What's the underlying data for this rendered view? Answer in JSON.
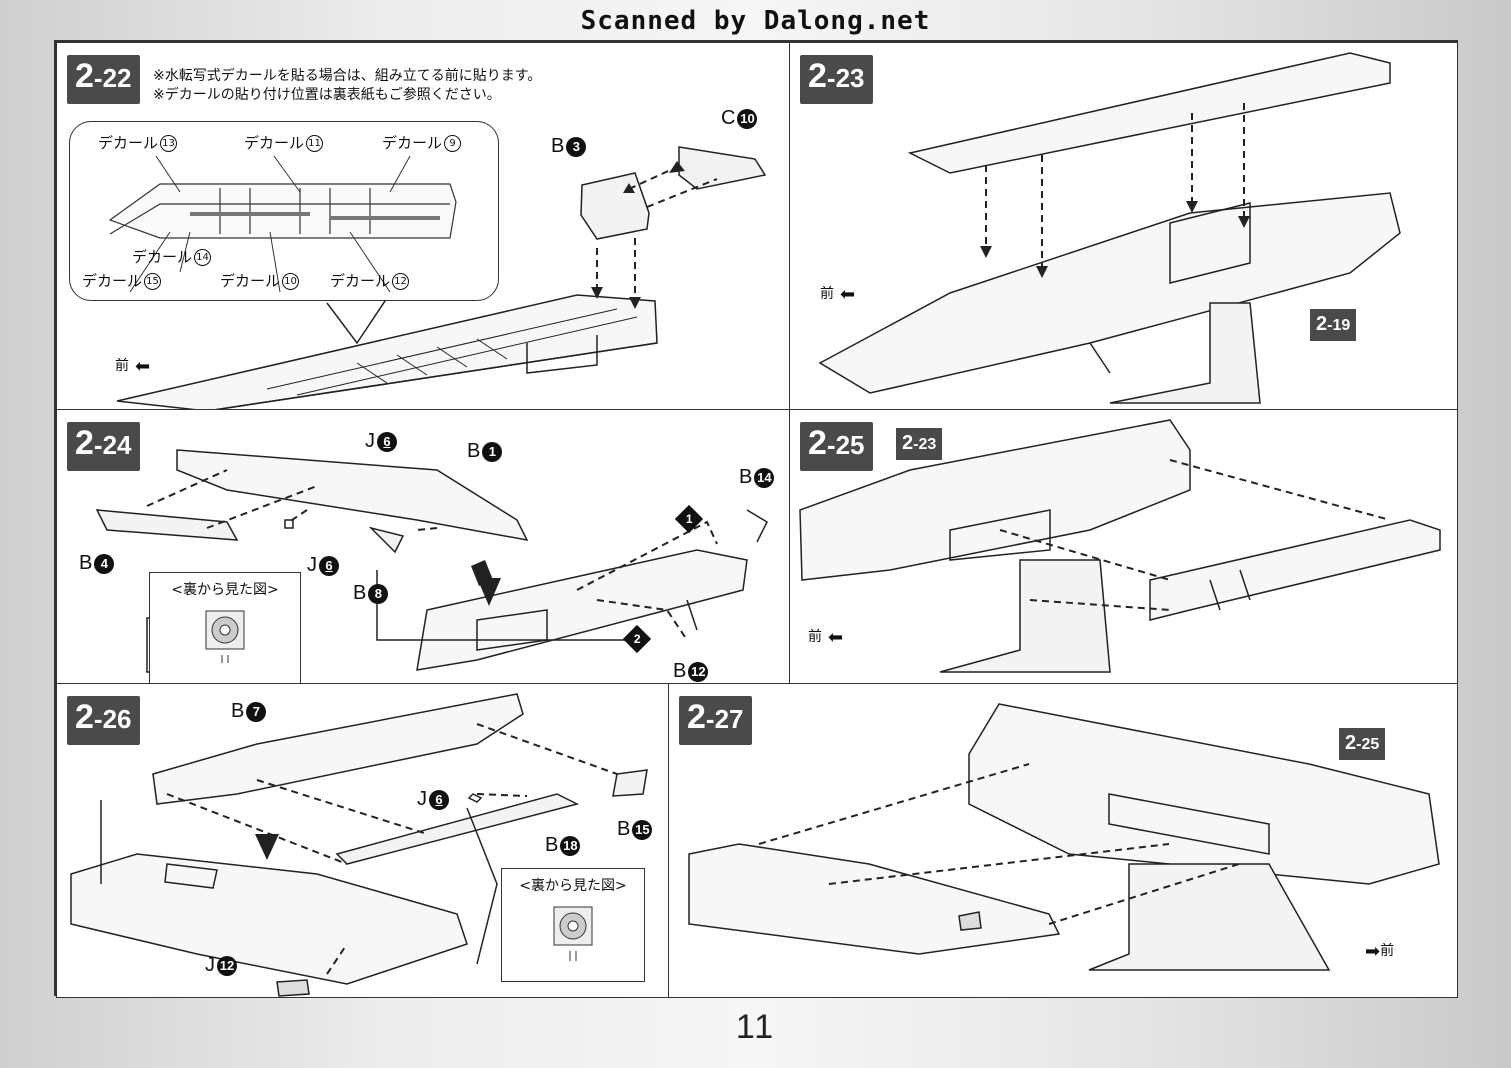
{
  "banner": "Scanned by Dalong.net",
  "page_number": "11",
  "panels": {
    "p2_22": {
      "badge_main": "2",
      "badge_sub": "-22",
      "notes": [
        "※水転写式デカールを貼る場合は、組み立てる前に貼ります。",
        "※デカールの貼り付け位置は裏表紙もご参照ください。"
      ],
      "decal_word": "デカール",
      "decals": [
        "13",
        "11",
        "9",
        "14",
        "15",
        "10",
        "12"
      ],
      "parts": [
        {
          "letter": "B",
          "num": "3"
        },
        {
          "letter": "C",
          "num": "10"
        }
      ],
      "front": "前"
    },
    "p2_23": {
      "badge_main": "2",
      "badge_sub": "-23",
      "ref_main": "2",
      "ref_sub": "-19",
      "front": "前"
    },
    "p2_24": {
      "badge_main": "2",
      "badge_sub": "-24",
      "parts": [
        {
          "letter": "J",
          "num": "6"
        },
        {
          "letter": "B",
          "num": "1"
        },
        {
          "letter": "B",
          "num": "14"
        },
        {
          "letter": "B",
          "num": "4"
        },
        {
          "letter": "J",
          "num": "6"
        },
        {
          "letter": "B",
          "num": "8"
        },
        {
          "letter": "B",
          "num": "12"
        }
      ],
      "order_marks": [
        "1",
        "2"
      ],
      "inset_title": "<裏から見た図>"
    },
    "p2_25": {
      "badge_main": "2",
      "badge_sub": "-25",
      "ref_main": "2",
      "ref_sub": "-23",
      "front": "前"
    },
    "p2_26": {
      "badge_main": "2",
      "badge_sub": "-26",
      "parts": [
        {
          "letter": "B",
          "num": "7"
        },
        {
          "letter": "J",
          "num": "6"
        },
        {
          "letter": "B",
          "num": "18"
        },
        {
          "letter": "B",
          "num": "15"
        },
        {
          "letter": "J",
          "num": "12"
        }
      ],
      "inset_title": "<裏から見た図>"
    },
    "p2_27": {
      "badge_main": "2",
      "badge_sub": "-27",
      "ref_main": "2",
      "ref_sub": "-25",
      "front": "前"
    }
  }
}
